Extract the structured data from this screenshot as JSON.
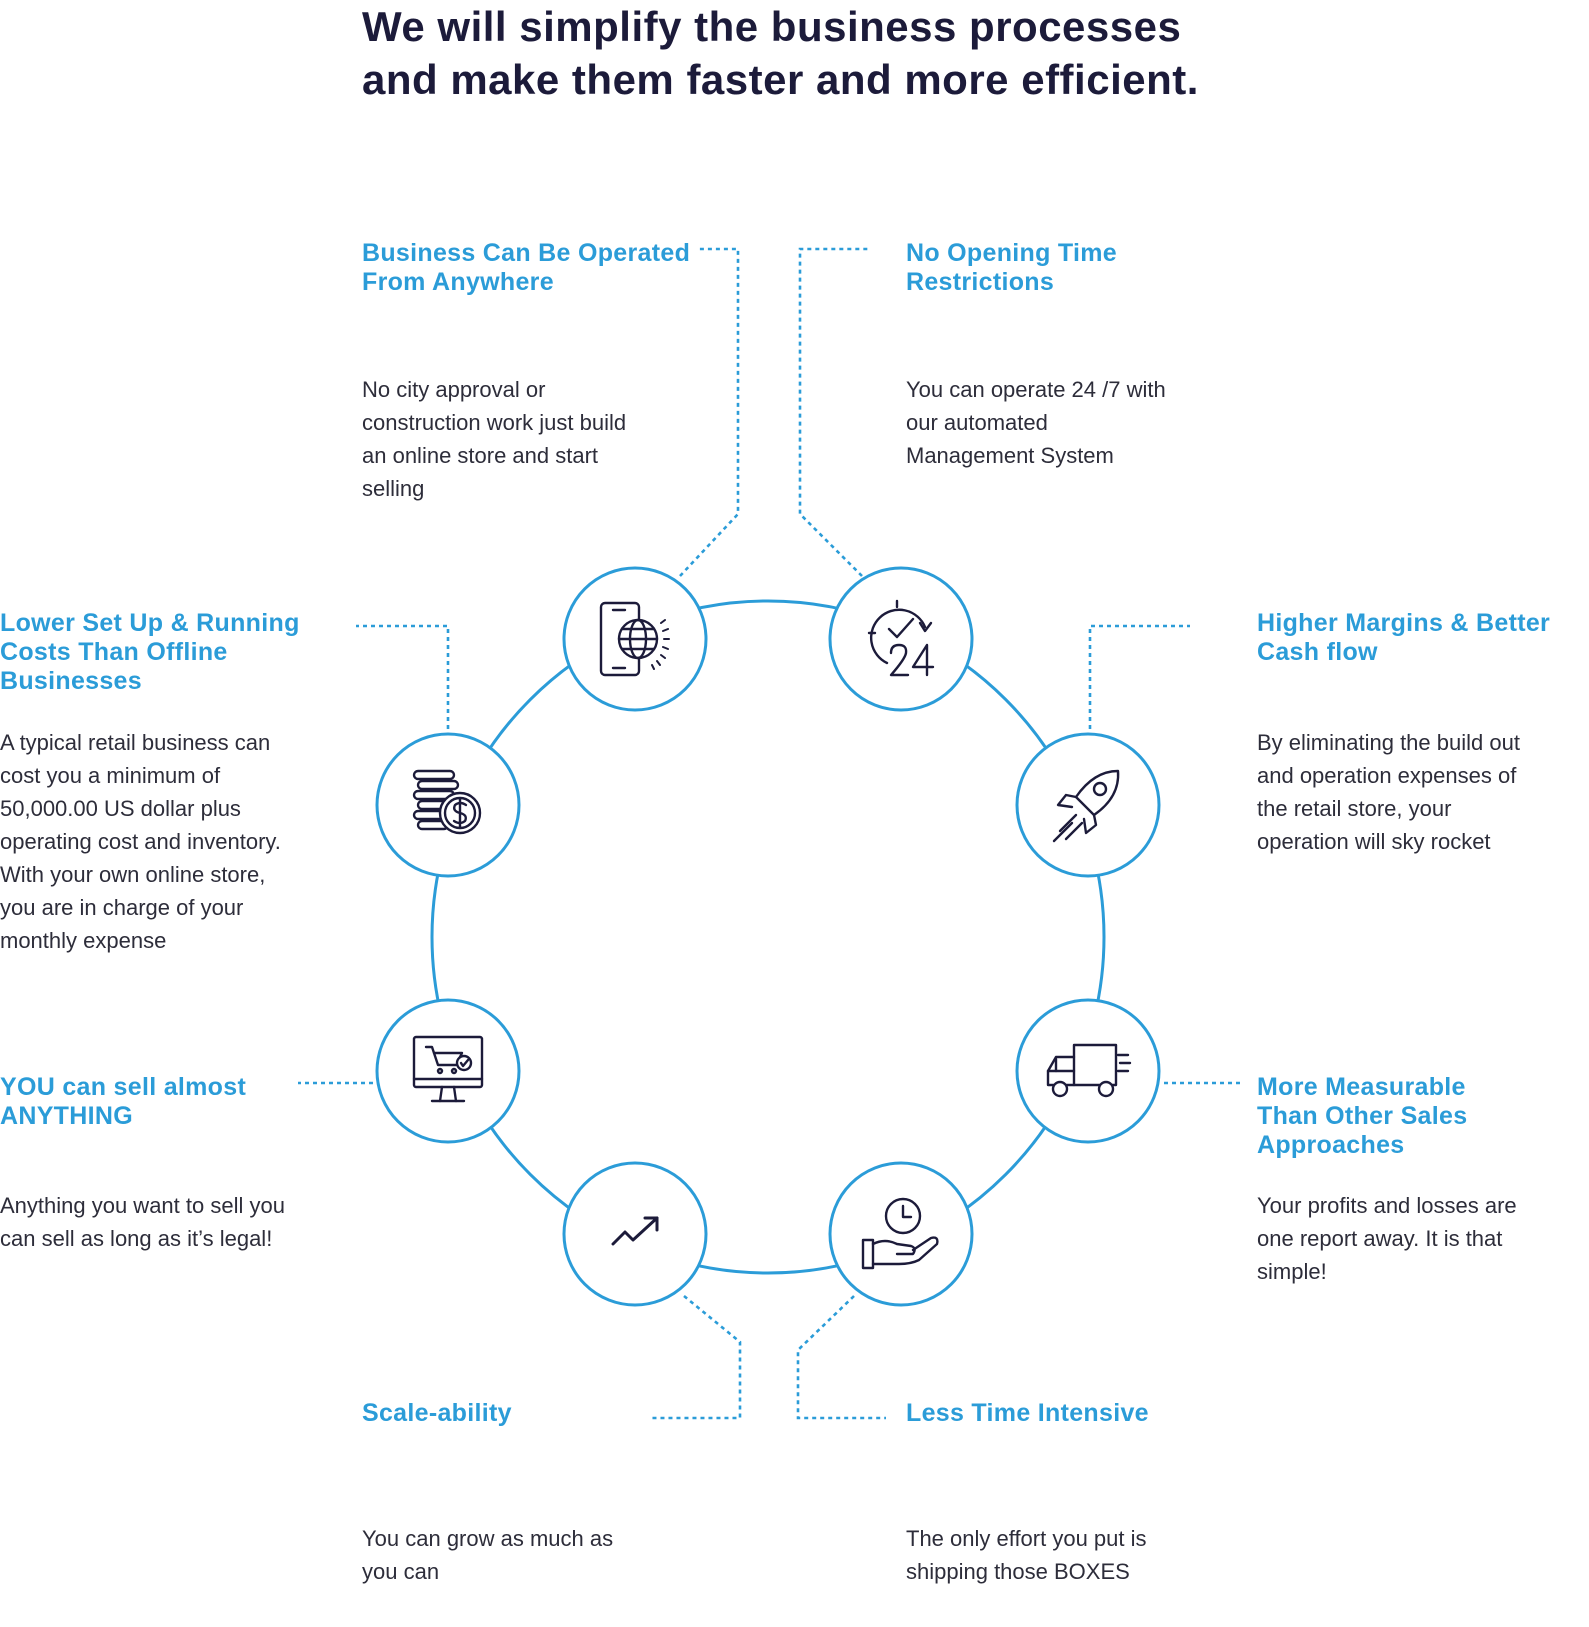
{
  "headline": {
    "line1": "We will simplify the business processes",
    "line2": "and make them faster and more efficient."
  },
  "colors": {
    "accent": "#2b9cd8",
    "ink": "#1c1b3a",
    "text": "#2d2d3a"
  },
  "features": [
    {
      "title": "Business Can Be Operated From Anywhere",
      "desc": "No city approval or construction work just build an online store and start selling",
      "icon": "mobile-globe-icon"
    },
    {
      "title": "No Opening Time Restrictions",
      "desc": "You can operate 24 /7 with our automated Management System",
      "icon": "clock-24-icon"
    },
    {
      "title": "Higher Margins & Better Cash flow",
      "desc": "By eliminating the build out and operation expenses of the retail store, your operation will sky rocket",
      "icon": "rocket-icon"
    },
    {
      "title": "More Measurable Than Other Sales Approaches",
      "desc": "Your profits and losses are one report away. It is that simple!",
      "icon": "delivery-truck-icon"
    },
    {
      "title": "Less Time Intensive",
      "desc": "The only effort you put is shipping those BOXES",
      "icon": "hand-clock-icon"
    },
    {
      "title": "Scale-ability",
      "desc": "You can grow as much as you can",
      "icon": "trend-up-icon"
    },
    {
      "title": "YOU can sell almost ANYTHING",
      "desc": "Anything you want to sell you can sell  as long as it’s legal!",
      "icon": "monitor-cart-icon"
    },
    {
      "title": "Lower Set Up & Running Costs Than Offline Businesses",
      "desc": "A typical retail business can cost you a minimum of 50,000.00 US dollar plus operating cost and inventory. With your own online store, you are in charge of your monthly expense",
      "icon": "coins-dollar-icon"
    }
  ]
}
